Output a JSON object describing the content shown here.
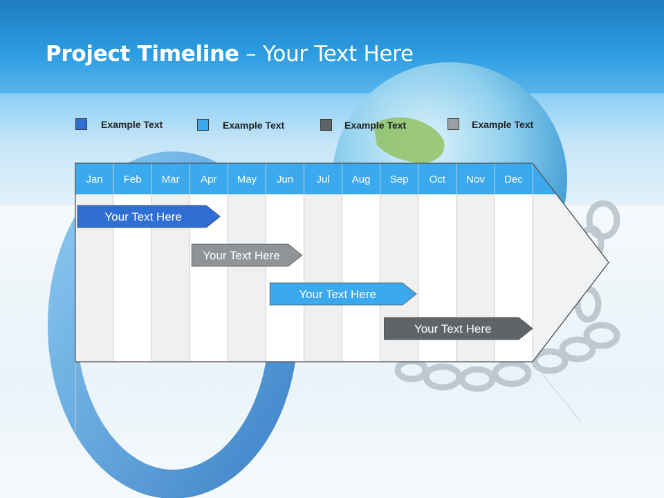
{
  "slide": {
    "title_bold": "Project Timeline",
    "title_rest": " – Your Text Here"
  },
  "legend": [
    {
      "label": "Example Text",
      "color": "#2f6fd3"
    },
    {
      "label": "Example Text",
      "color": "#3aa9ee"
    },
    {
      "label": "Example Text",
      "color": "#5f6468"
    },
    {
      "label": "Example Text",
      "color": "#9a9fa3"
    }
  ],
  "timeline": {
    "months": [
      "Jan",
      "Feb",
      "Mar",
      "Apr",
      "May",
      "Jun",
      "Jul",
      "Aug",
      "Sep",
      "Oct",
      "Nov",
      "Dec"
    ],
    "header_color": "#3aa9ee",
    "bars": [
      {
        "label": "Your  Text Here",
        "start": 0,
        "end": 3.8,
        "color": "#2f6fd3",
        "text_color": "#ffffff"
      },
      {
        "label": "Your  Text Here",
        "start": 3,
        "end": 5.95,
        "color": "#8f9498",
        "text_color": "#ffffff"
      },
      {
        "label": "Your  Text Here",
        "start": 5.05,
        "end": 8.95,
        "color": "#3aa9ee",
        "text_color": "#ffffff"
      },
      {
        "label": "Your  Text Here",
        "start": 8.05,
        "end": 12,
        "color": "#5f6468",
        "text_color": "#ffffff"
      }
    ]
  }
}
